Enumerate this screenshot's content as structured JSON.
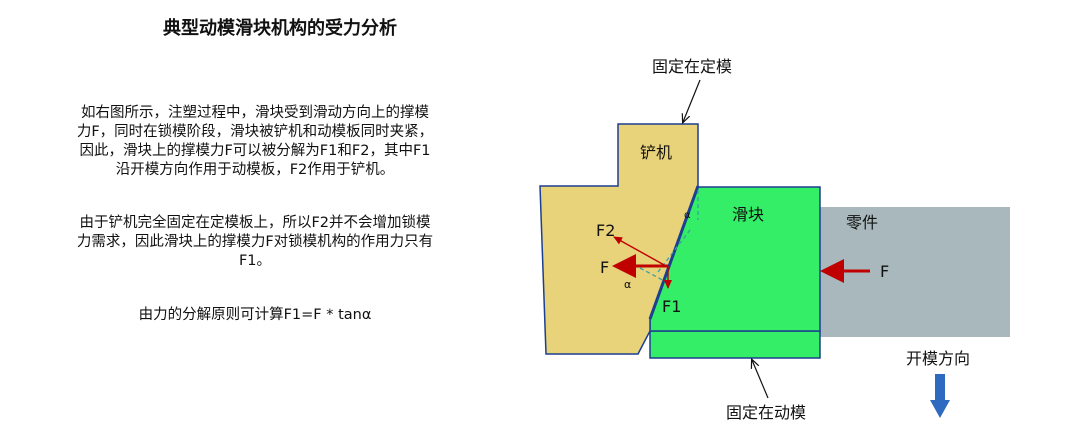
{
  "title": "典型动模滑块机构的受力分析",
  "paragraphs": [
    [
      "如右图所示，注塑过程中，滑块受到滑动方向上的撑模",
      "力F，同时在锁模阶段，滑块被铲机和动模板同时夹紧，",
      "因此，滑块上的撑模力F可以被分解为F1和F2，其中F1",
      "沿开模方向作用于动模板，F2作用于铲机。"
    ],
    [
      "由于铲机完全固定在定模板上，所以F2并不会增加锁模",
      "力需求，因此滑块上的撑模力F对锁模机构的作用力只有",
      "F1。"
    ],
    [
      "由力的分解原则可计算F1=F * tanα"
    ]
  ],
  "diagram": {
    "fixed_top_label": "固定在定模",
    "fixed_bottom_label": "固定在动模",
    "wedge_label": "铲机",
    "slider_label": "滑块",
    "part_label": "零件",
    "force_f": "F",
    "force_f1": "F1",
    "force_f2": "F2",
    "alpha": "α",
    "open_direction": "开模方向",
    "colors": {
      "wedge": "#e8d27a",
      "slider": "#33ee66",
      "part": "#a8b8bc",
      "outline": "#1d3f8f",
      "force": "#c00000",
      "arrow_blue": "#2e6bc0"
    }
  }
}
